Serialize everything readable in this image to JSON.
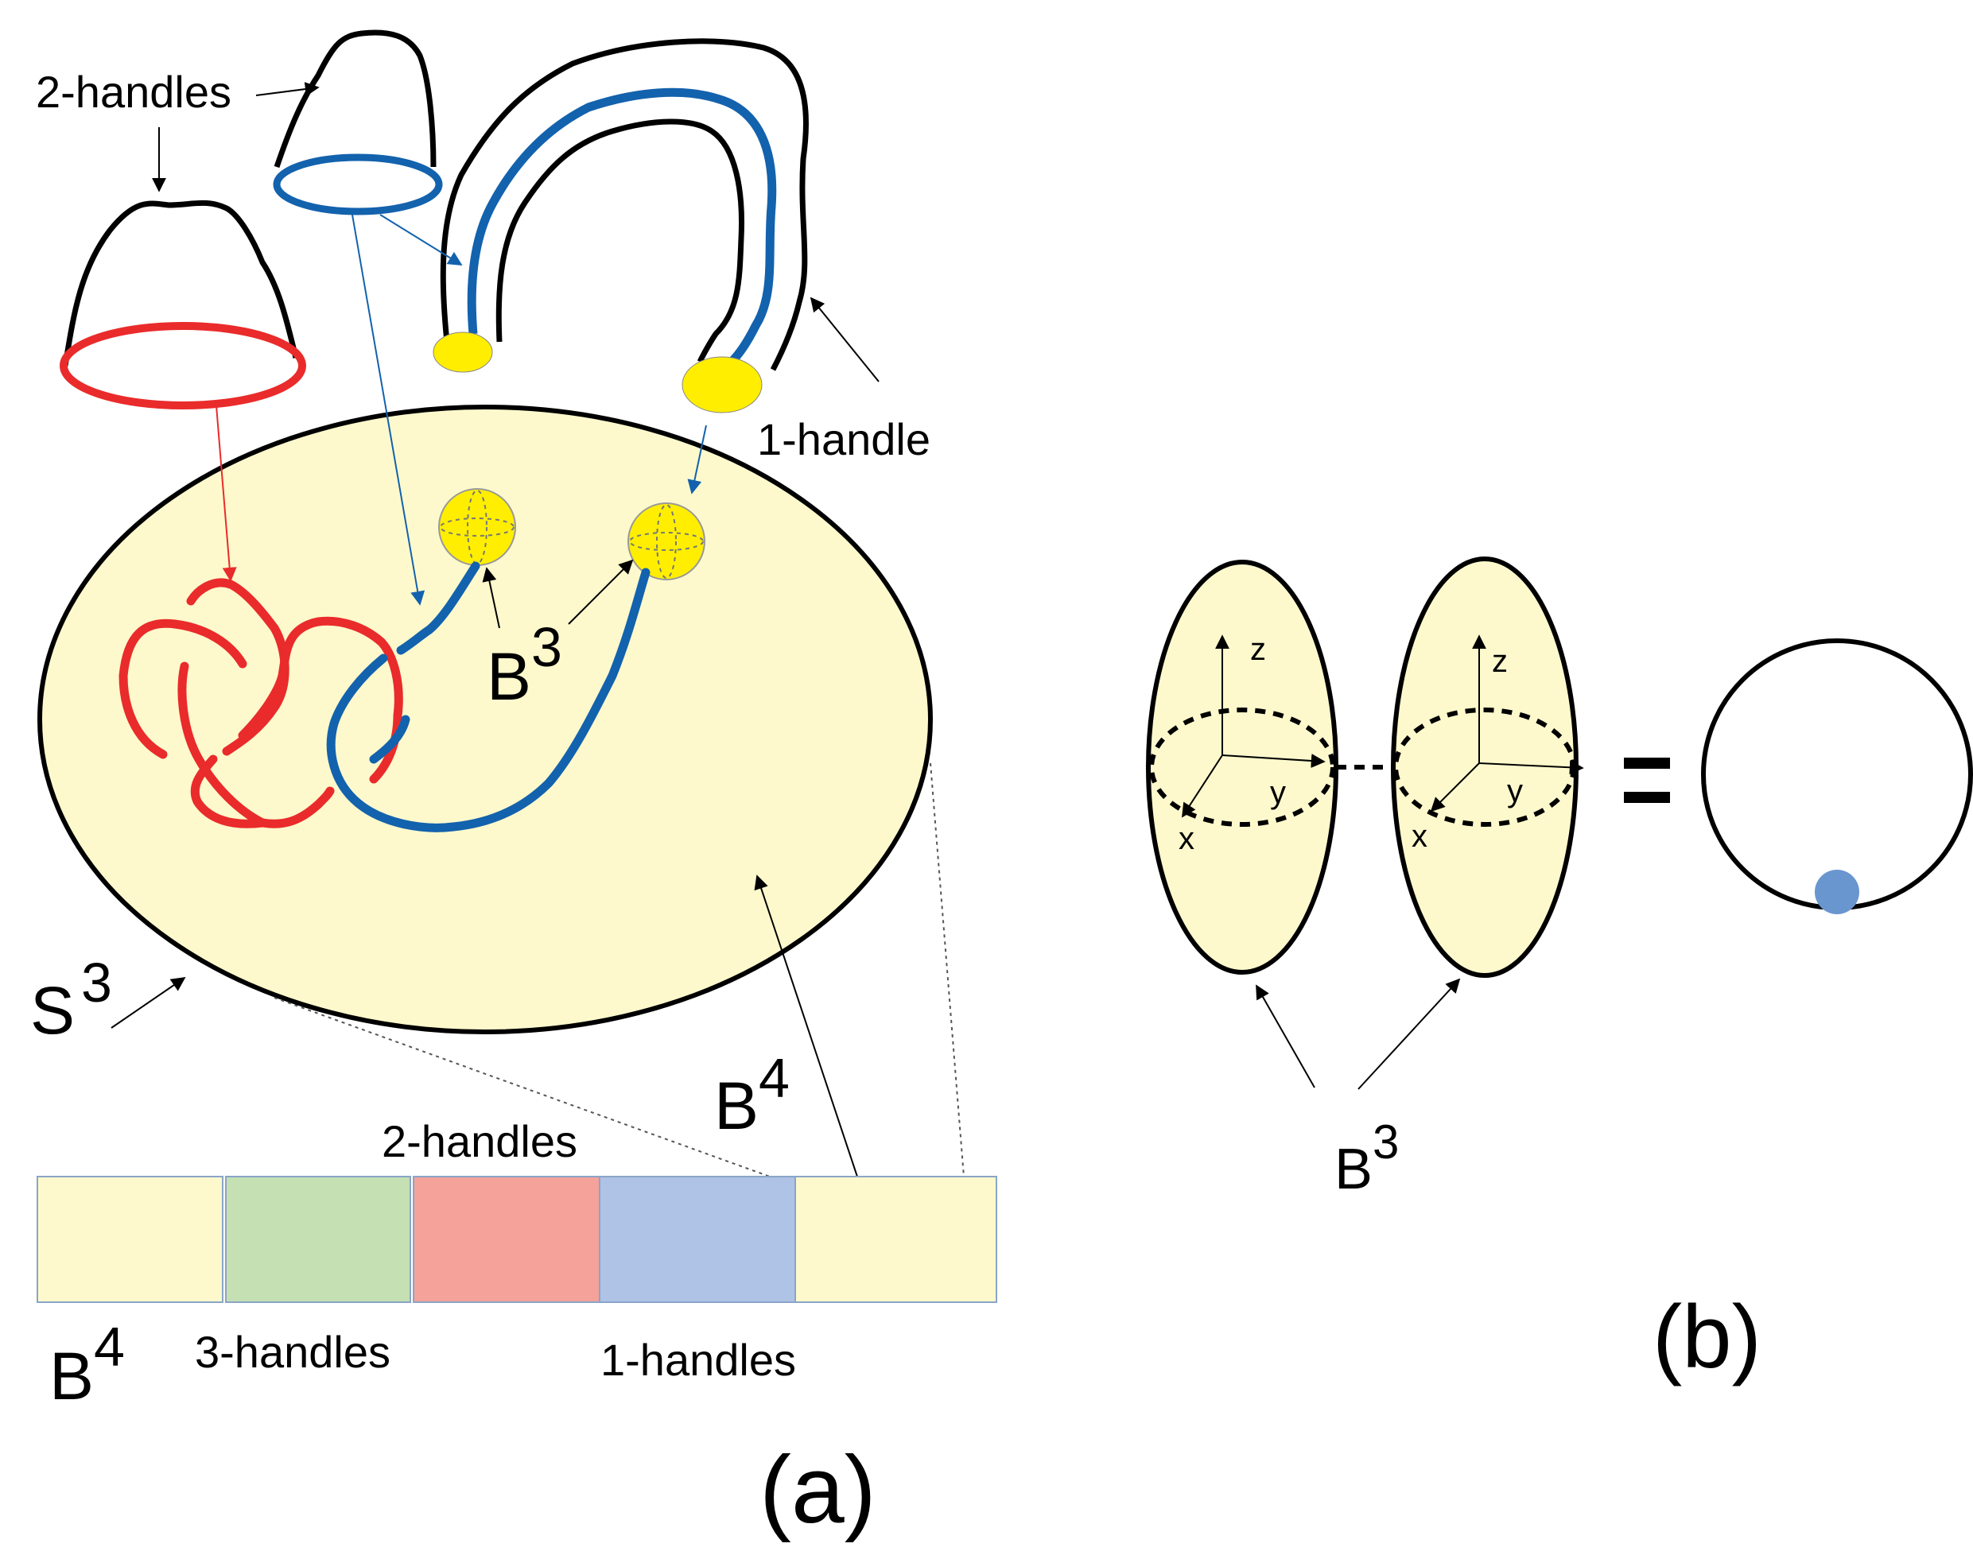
{
  "colors": {
    "ball_fill": "#fdf9cc",
    "band_green": "#c5e0b3",
    "band_red": "#f4a29a",
    "band_blue": "#aec3e5",
    "band_cream": "#fdf9cc",
    "knot_red": "#ea2b2b",
    "knot_blue": "#1362ad",
    "attach_yellow": "#ffee00",
    "dot_blue": "#6a96cf",
    "stroke": "#000000"
  },
  "panel_a": {
    "label": "(a)",
    "two_handles_top": "2-handles",
    "one_handle": "1-handle",
    "b3": {
      "base": "B",
      "sup": "3"
    },
    "s3": {
      "base": "S",
      "sup": "3"
    },
    "b4_mid": {
      "base": "B",
      "sup": "4"
    },
    "b4_bottom": {
      "base": "B",
      "sup": "4"
    },
    "band_labels": {
      "two_handles": "2-handles",
      "three_handles": "3-handles",
      "one_handles": "1-handles"
    }
  },
  "panel_b": {
    "label": "(b)",
    "axes": {
      "z": "z",
      "y": "y",
      "x": "x"
    },
    "b3": {
      "base": "B",
      "sup": "3"
    },
    "equals": "="
  }
}
